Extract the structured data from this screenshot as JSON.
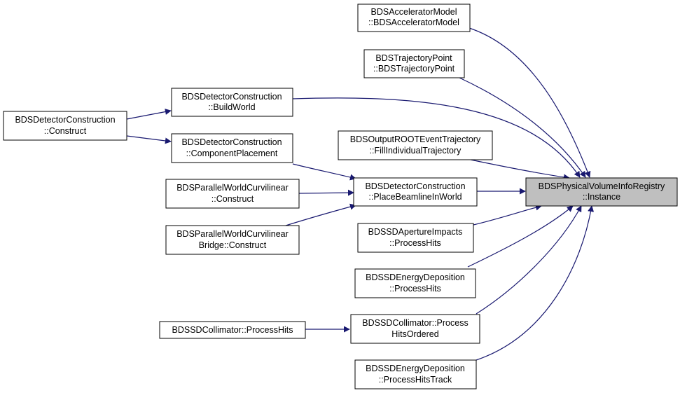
{
  "colors": {
    "edge": "#191970",
    "node_border": "#000000",
    "node_fill": "#ffffff",
    "highlight_fill": "#bfbfbf"
  },
  "nodes": {
    "registry": {
      "line1": "BDSPhysicalVolumeInfoRegistry",
      "line2": "::Instance",
      "highlighted": true
    },
    "accel": {
      "line1": "BDSAcceleratorModel",
      "line2": "::BDSAcceleratorModel"
    },
    "trajpoint": {
      "line1": "BDSTrajectoryPoint",
      "line2": "::BDSTrajectoryPoint"
    },
    "buildworld": {
      "line1": "BDSDetectorConstruction",
      "line2": "::BuildWorld"
    },
    "construct": {
      "line1": "BDSDetectorConstruction",
      "line2": "::Construct"
    },
    "fillindiv": {
      "line1": "BDSOutputROOTEventTrajectory",
      "line2": "::FillIndividualTrajectory"
    },
    "compplace": {
      "line1": "BDSDetectorConstruction",
      "line2": "::ComponentPlacement"
    },
    "placebeam": {
      "line1": "BDSDetectorConstruction",
      "line2": "::PlaceBeamlineInWorld"
    },
    "pwcurv": {
      "line1": "BDSParallelWorldCurvilinear",
      "line2": "::Construct"
    },
    "pwcurvbridge": {
      "line1": "BDSParallelWorldCurvilinear",
      "line2": "Bridge::Construct"
    },
    "aperture": {
      "line1": "BDSSDApertureImpacts",
      "line2": "::ProcessHits"
    },
    "energydep": {
      "line1": "BDSSDEnergyDeposition",
      "line2": "::ProcessHits"
    },
    "collhitsordered": {
      "line1": "BDSSDCollimator::Process",
      "line2": "HitsOrdered"
    },
    "collhits": {
      "line1": "BDSSDCollimator::ProcessHits",
      "line2": ""
    },
    "energydeptrack": {
      "line1": "BDSSDEnergyDeposition",
      "line2": "::ProcessHitsTrack"
    }
  }
}
